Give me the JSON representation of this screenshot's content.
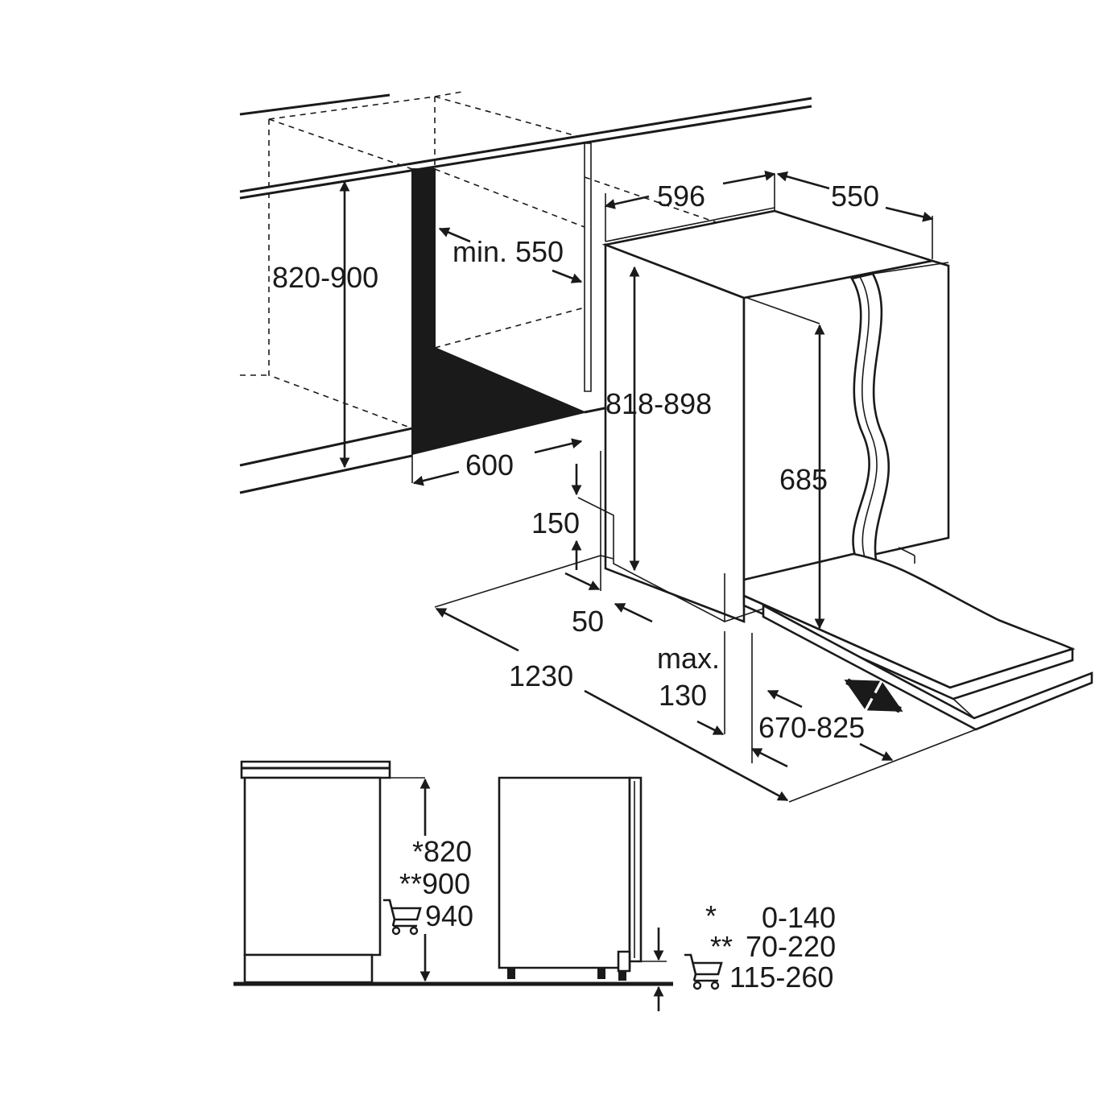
{
  "labels": {
    "niche_height": "820-900",
    "min_depth": "min. 550",
    "niche_width": "600",
    "appliance_width": "596",
    "appliance_depth": "550",
    "appliance_height": "818-898",
    "door_height": "685",
    "plinth_height": "150",
    "plinth_depth": "50",
    "floor_depth": "1230",
    "max_label": "max.",
    "max_value": "130",
    "door_swing": "670-825"
  },
  "side_view": {
    "height_1": "*820",
    "height_2": "**900",
    "height_3": "940",
    "plinth_1_marker": "*",
    "plinth_1_value": "0-140",
    "plinth_2_marker": "**",
    "plinth_2_value": "70-220",
    "plinth_3_value": "115-260"
  },
  "icons": [
    "cart-icon",
    "cart-icon"
  ],
  "colors": {
    "line": "#1a1a1a",
    "fill": "#1a1a1a",
    "background": "#ffffff"
  }
}
